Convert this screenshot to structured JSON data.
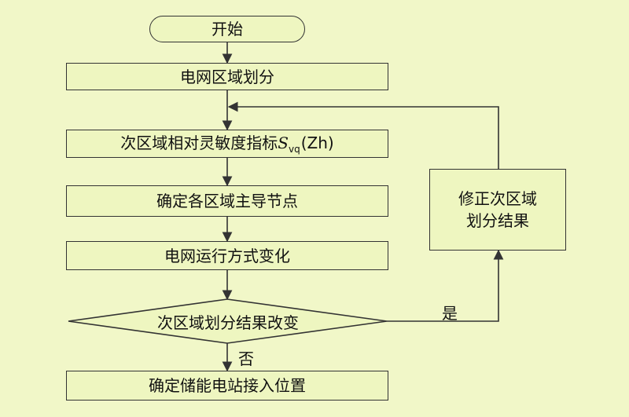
{
  "nodes": {
    "start": "开始",
    "partition": "电网区域划分",
    "sensitivity_prefix": "次区域相对灵敏度指标",
    "sensitivity_symbol": "S",
    "sensitivity_subscript": "vq",
    "sensitivity_suffix": "(Zh)",
    "pilot_nodes": "确定各区域主导节点",
    "operation_change": "电网运行方式变化",
    "decision": "次区域划分结果改变",
    "final": "确定储能电站接入位置",
    "correction_line1": "修正次区域",
    "correction_line2": "划分结果"
  },
  "edges": {
    "yes": "是",
    "no": "否"
  },
  "colors": {
    "background": "#f1f7c8",
    "node_fill": "#eef6c0",
    "stroke": "#333333"
  }
}
